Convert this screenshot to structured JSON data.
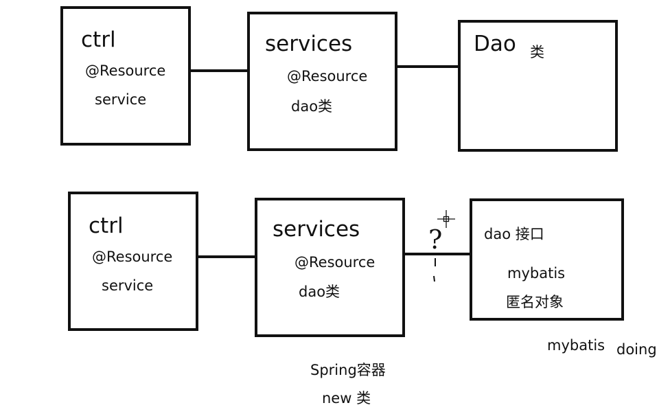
{
  "top_row": {
    "ctrl": {
      "title": "ctrl",
      "line1": "@Resource",
      "line2": "service"
    },
    "services": {
      "title": "services",
      "line1": "@Resource",
      "line2": "dao类"
    },
    "dao": {
      "title": "Dao",
      "suffix": "类"
    }
  },
  "bottom_row": {
    "ctrl": {
      "title": "ctrl",
      "line1": "@Resource",
      "line2": "service"
    },
    "services": {
      "title": "services",
      "line1": "@Resource",
      "line2": "dao类"
    },
    "dao": {
      "line1": "dao 接口",
      "line2": "mybatis",
      "line3": "匿名对象"
    },
    "question_mark": "?"
  },
  "notes": {
    "mybatis": "mybatis",
    "doing": "doing",
    "spring_container": "Spring容器",
    "new_class": "new 类"
  }
}
